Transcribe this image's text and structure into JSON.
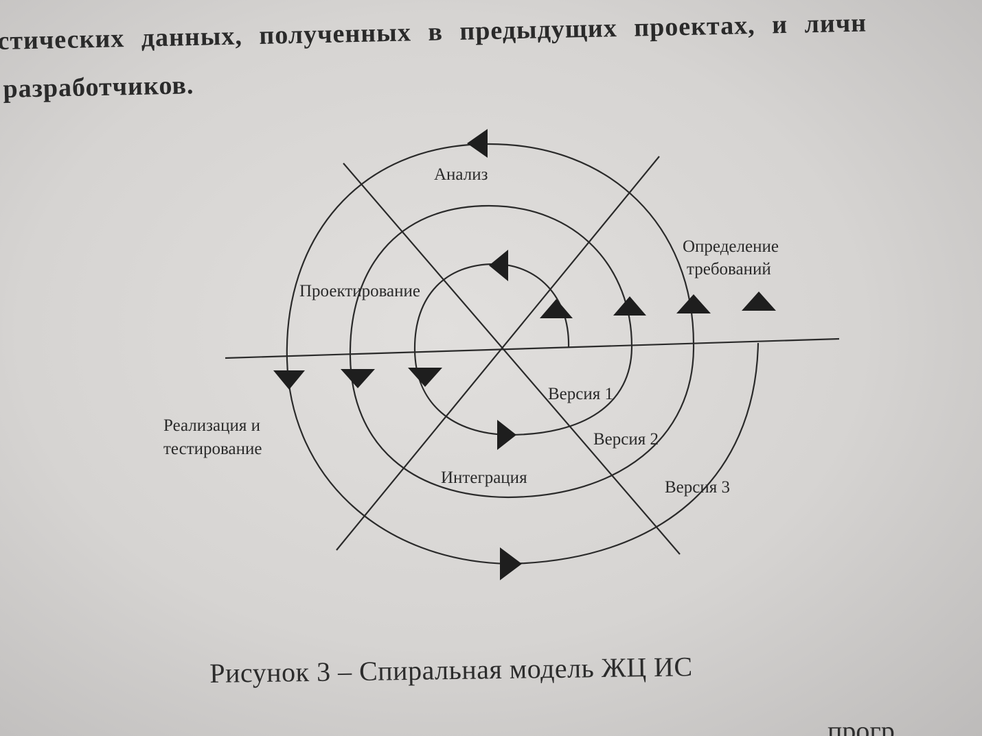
{
  "text": {
    "line1": "стических данных, полученных в предыдущих проектах, и личн",
    "line2": "разработчиков.",
    "bottom_fragment": "прогр"
  },
  "figure": {
    "labels": {
      "analysis": "Анализ",
      "requirements_1": "Определение",
      "requirements_2": "требований",
      "design": "Проектирование",
      "impl_1": "Реализация и",
      "impl_2": "тестирование",
      "integration": "Интеграция",
      "version1": "Версия 1",
      "version2": "Версия 2",
      "version3": "Версия 3"
    },
    "caption": "Рисунок 3 – Спиральная модель ЖЦ ИС"
  },
  "colors": {
    "ink": "#2a2a2a",
    "paper": "#d8d6d4"
  }
}
